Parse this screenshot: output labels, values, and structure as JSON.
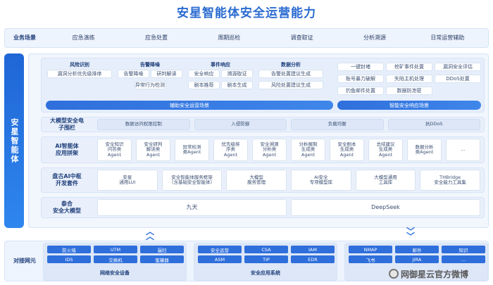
{
  "title": "安星智能体安全运营能力",
  "scenario_row": {
    "label": "业务场景",
    "items": [
      "应急演练",
      "应急处置",
      "周期巡检",
      "调查取证",
      "分析溯源",
      "日常运营辅助"
    ]
  },
  "sidebar_label": "安星智能体",
  "categories": [
    {
      "name": "风险识别",
      "items": [
        "漏洞分析优先级排序"
      ]
    },
    {
      "name": "告警降噪",
      "items": [
        "告警降噪",
        "研判解读",
        "异常行为检测"
      ]
    },
    {
      "name": "事件响应",
      "items": [
        "安全响应",
        "溯源取证",
        "剧本推荐",
        "剧本生成"
      ]
    },
    {
      "name": "数据分析",
      "items": [
        "告警处置建议生成",
        "风险处置建议生成"
      ]
    }
  ],
  "right_group_items": [
    "一键封堵",
    "挖矿事件处置",
    "漏洞安全评估",
    "账号暴力破解",
    "失陷主机处理",
    "DDoS处置",
    "钓鱼邮件处置",
    "数据防泄密"
  ],
  "bar_left": "辅助安全运营场景",
  "bar_right": "智能安全响应场景",
  "rows": [
    {
      "label": "大模型安全电\n子围栏",
      "items": [
        "数据访问权限控制",
        "入侵防御",
        "负载均衡",
        "抗DDoS"
      ]
    },
    {
      "label": "AI智能体\n应用拼架",
      "items": [
        "安全知识\n问答类\nAgent",
        "安全研判\n解读类\nAgent",
        "异常检测\n类Agent",
        "优先级排\n序类\nAgent",
        "安全溯源\n分析类\nAgent",
        "分析报制\n生成类\nAgent",
        "安全剧本\n生成类\nAgent",
        "总结建议\n生成类\nAgent",
        "数据分析\n类Agent",
        "..."
      ]
    },
    {
      "label": "盘古AI中枢\n开发套件",
      "items": [
        "安星\n通用LUI",
        "安全智能体服务框架\n（含基础安全智能体）",
        "大模型\n服务管理",
        "AI安全\n专项模型库",
        "大模型通用\n工具库",
        "THBridge\n安全能力工具集"
      ]
    },
    {
      "label": "泰合\n安全大模型",
      "items": [
        "九天",
        "DeepSeek"
      ]
    }
  ],
  "bottom": {
    "label": "对接网元",
    "groups": [
      {
        "name": "网络安全设备",
        "items": [
          "防火墙",
          "UTM",
          "漏扫",
          "IDS",
          "交换机",
          "蜜罐器"
        ]
      },
      {
        "name": "安全应用系统",
        "items": [
          "安全运营",
          "CSA",
          "IAM",
          "ASM",
          "TIP",
          "EDR"
        ]
      },
      {
        "name": "",
        "items": [
          "NMAP",
          "邮件",
          "知识",
          "飞书",
          "JIRA",
          "..."
        ]
      }
    ]
  },
  "watermark": "网御星云官方微博"
}
